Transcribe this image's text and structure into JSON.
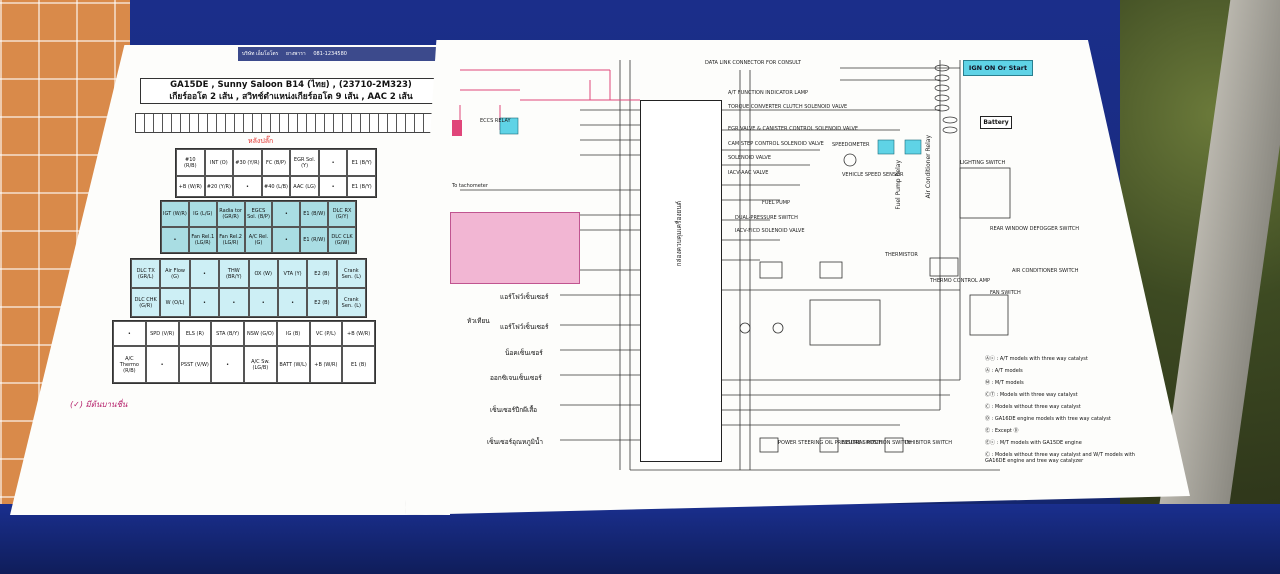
{
  "left_sheet": {
    "header_bar": [
      "บริษัท เอ็มโอโตร",
      "ยางพารา",
      "081-1234580"
    ],
    "title_line1": "GA15DE , Sunny Saloon B14 (ไทย) , (23710-2M323)",
    "title_line2": "เกียร์ออโต 2 เส้น , สวิทช์ตำแหน่งเกียร์ออโต 9 เส้น , AAC 2 เส้น",
    "pins_label": "หลังปลั๊ก",
    "grid1": [
      "#10 (R/B)",
      "INT (O)",
      "#30 (Y/R)",
      "FC (B/P)",
      "EGR Sol. (Y)",
      "•",
      "E1 (B/Y)",
      "+B (W/R)",
      "#20 (Y/R)",
      "•",
      "#40 (L/B)",
      "AAC (LG)",
      "•",
      "E1 (B/Y)"
    ],
    "grid2": [
      "IGT (W/R)",
      "IG (L/G)",
      "Radia tor (GR/R)",
      "EGCS Sol. (B/P)",
      "•",
      "E1 (B/W)",
      "DLC RX (G/Y)",
      "•",
      "Fan Rel.1 (LG/R)",
      "Fan Rel.2 (LG/R)",
      "A/C Rel. (G)",
      "•",
      "E1 (R/W)",
      "DLC CLK (G/W)"
    ],
    "grid3": [
      "DLC TX (GR/L)",
      "Air Flow (G)",
      "•",
      "THW (BR/Y)",
      "OX (W)",
      "VTA (Y)",
      "E2 (B)",
      "Crank Sen. (L)",
      "DLC CHK (G/R)",
      "W (O/L)",
      "•",
      "•",
      "•",
      "•",
      "E2 (B)",
      "Crank Sen. (L)"
    ],
    "grid4": [
      "•",
      "SPD (V/R)",
      "ELS (R)",
      "STA (B/Y)",
      "NSW (G/O)",
      "IG (B)",
      "VC (P/L)",
      "+B (W/R)",
      "A/C Thermo (R/B)",
      "•",
      "PSST (V/W)",
      "•",
      "A/C Sw. (LG/B)",
      "BATT (W/L)",
      "+B (W/R)",
      "E1 (B)"
    ],
    "handwrite": "(✓) มีต้นบานชื่น"
  },
  "right_sheet": {
    "ign_label": "IGN ON Or Start",
    "battery_label": "Battery",
    "fuel_pump_relay": "Fuel Pump Relay",
    "ac_relay": "Air Conditioner Relay",
    "ecm_label": "กล่องควบคุมเครื่องยนต์",
    "tachometer": "To tachometer",
    "sensors": [
      "หัวเทียน",
      "แอร์โฟว์เซ็นเซอร์",
      "แอร์โฟว์เซ็นเซอร์",
      "น็อคเซ็นเซอร์",
      "ออกซิเจนเซ็นเซอร์",
      "เซ็นเซอร์ปีกผีเสื้อ",
      "เซ็นเซอร์อุณหภูมิน้ำ"
    ],
    "labels": [
      "DATA LINK CONNECTOR FOR CONSULT",
      "A/T FUNCTION INDICATOR LAMP",
      "TORQUE CONVERTER CLUTCH SOLENOID VALVE",
      "EGR VALVE & CANISTER CONTROL SOLENOID VALVE",
      "CAM STEP CONTROL SOLENOID VALVE",
      "SOLENOID VALVE",
      "IACV-AAC VALVE",
      "SPEEDOMETER",
      "VEHICLE SPEED SENSOR",
      "FUEL PUMP",
      "DUAL-PRESSURE SWITCH",
      "IACV-FICD SOLENOID VALVE",
      "THERMISTOR",
      "THERMO CONTROL AMP",
      "AIR CONDITIONER SWITCH",
      "LIGHTING SWITCH",
      "REAR WINDOW DEFOGGER SWITCH",
      "FAN SWITCH",
      "POWER STEERING OIL PRESSURE SWITCH",
      "NEUTRAL POSITION SWITCH",
      "INHIBITOR SWITCH",
      "ECCS RELAY"
    ],
    "legend": [
      "Ⓐⓒ : A/T models with three way catalyst",
      "Ⓐ : A/T models",
      "Ⓜ : M/T models",
      "ⒸⓉ : Models with three way catalyst",
      "Ⓒ : Models without three way catalyst",
      "Ⓓ : GA16DE engine models with tree way catalyst",
      "Ⓔ : Except Ⓓ",
      "Ⓔⓒ : M/T models with GA15DE engine",
      "Ⓒ : Models without three way catalyst and W/T models with GA16DE engine and tree way catalyzer"
    ]
  },
  "colors": {
    "table_blue": "#1b2e8a",
    "pink_wire": "#e0467a",
    "cyan_box": "#5fd3e6",
    "tile_orange": "#d98a4a"
  }
}
